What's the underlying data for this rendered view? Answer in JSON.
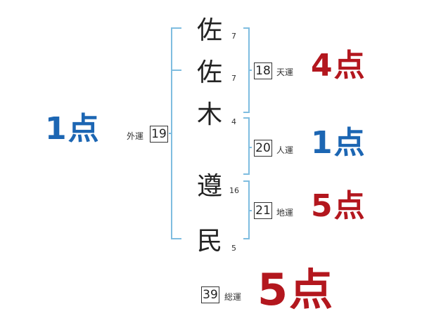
{
  "name_chars": [
    {
      "char": "佐",
      "strokes": "7"
    },
    {
      "char": "佐",
      "strokes": "7"
    },
    {
      "char": "木",
      "strokes": "4"
    },
    {
      "char": "遵",
      "strokes": "16"
    },
    {
      "char": "民",
      "strokes": "5"
    }
  ],
  "gaiun": {
    "label": "外運",
    "value": "19",
    "score": "1点",
    "color": "#1c66b3"
  },
  "tenun": {
    "label": "天運",
    "value": "18",
    "score": "4点",
    "color": "#b3171e"
  },
  "jinun": {
    "label": "人運",
    "value": "20",
    "score": "1点",
    "color": "#1c66b3"
  },
  "chiun": {
    "label": "地運",
    "value": "21",
    "score": "5点",
    "color": "#b3171e"
  },
  "souun": {
    "label": "総運",
    "value": "39",
    "score": "5点",
    "color": "#b3171e"
  },
  "bracket_color": "#7fbde0"
}
